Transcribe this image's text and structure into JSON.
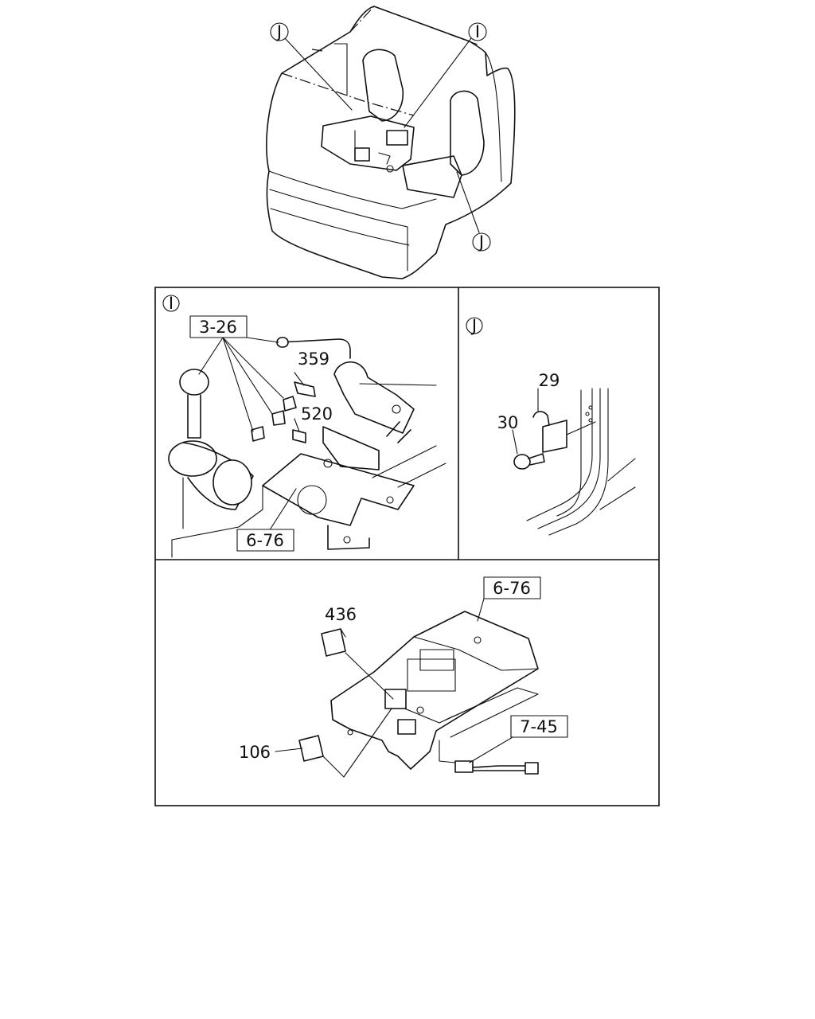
{
  "overview": {
    "callouts": [
      {
        "id": "J"
      },
      {
        "id": "I"
      },
      {
        "id": "J"
      }
    ]
  },
  "panels": {
    "detail_i": {
      "marker": "I",
      "refs": [
        "3-26",
        "6-76"
      ],
      "parts": [
        "359",
        "520"
      ]
    },
    "detail_j": {
      "marker": "J",
      "parts": [
        "29",
        "30"
      ]
    },
    "console": {
      "refs": [
        "6-76",
        "7-45"
      ],
      "parts": [
        "436",
        "106"
      ]
    }
  }
}
